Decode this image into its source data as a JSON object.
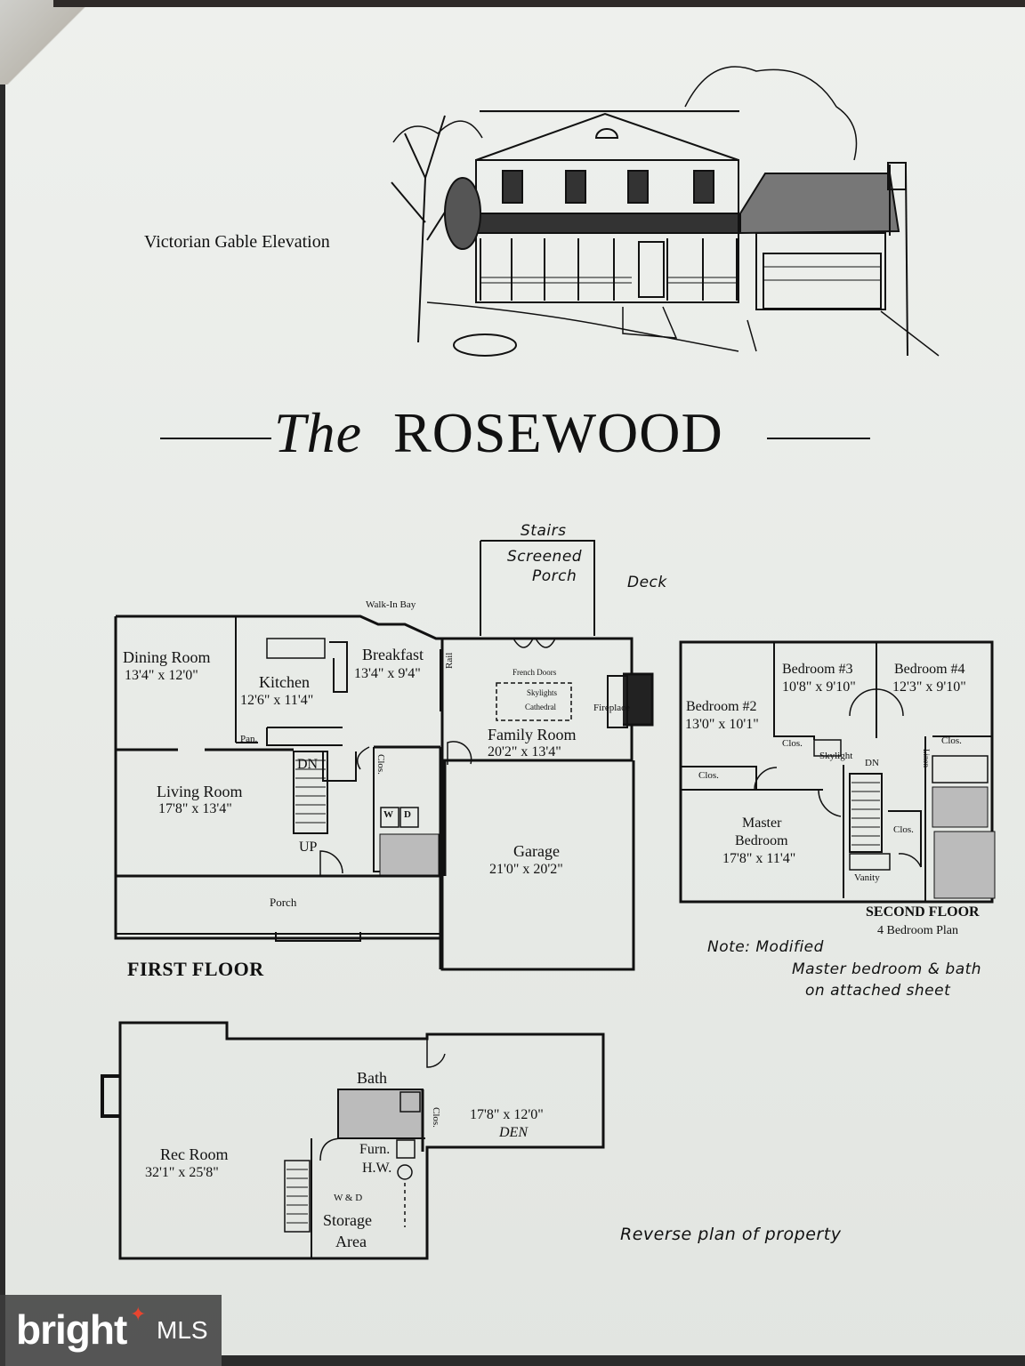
{
  "elevation_label": "Victorian Gable Elevation",
  "title": {
    "prefix": "The",
    "name": "ROSEWOOD"
  },
  "first_floor": {
    "label": "FIRST FLOOR",
    "rooms": {
      "dining": {
        "name": "Dining Room",
        "dims": "13'4\" x 12'0\""
      },
      "kitchen": {
        "name": "Kitchen",
        "dims": "12'6\" x 11'4\""
      },
      "breakfast": {
        "name": "Breakfast",
        "dims": "13'4\" x 9'4\""
      },
      "walk_in_bay": "Walk-In Bay",
      "rail": "Rail",
      "family": {
        "name": "Family Room",
        "dims": "20'2\" x 13'4\""
      },
      "french_doors": "French Doors",
      "skylights": "Skylights",
      "cathedral": "Cathedral",
      "fireplace": "Fireplace",
      "living": {
        "name": "Living Room",
        "dims": "17'8\" x 13'4\""
      },
      "pan": "Pan.",
      "dn": "DN",
      "up": "UP",
      "clos": "Clos.",
      "w": "W",
      "d": "D",
      "garage": {
        "name": "Garage",
        "dims": "21'0\" x 20'2\""
      },
      "porch": "Porch"
    }
  },
  "second_floor": {
    "label": "SECOND FLOOR",
    "sublabel": "4 Bedroom Plan",
    "rooms": {
      "bed2": {
        "name": "Bedroom #2",
        "dims": "13'0\" x 10'1\""
      },
      "bed3": {
        "name": "Bedroom #3",
        "dims": "10'8\" x 9'10\""
      },
      "bed4": {
        "name": "Bedroom #4",
        "dims": "12'3\" x 9'10\""
      },
      "master": {
        "name_line1": "Master",
        "name_line2": "Bedroom",
        "dims": "17'8\" x 11'4\""
      },
      "skylight": "Skylight",
      "dn": "DN",
      "clos": "Clos.",
      "linen": "Linen",
      "vanity": "Vanity"
    }
  },
  "basement": {
    "rec": {
      "name": "Rec Room",
      "dims": "32'1\" x 25'8\""
    },
    "bath": "Bath",
    "den": {
      "name": "DEN",
      "dims": "17'8\" x 12'0\""
    },
    "furn": "Furn.",
    "hw": "H.W.",
    "wd": "W & D",
    "storage_line1": "Storage",
    "storage_line2": "Area",
    "clos": "Clos."
  },
  "handwritten": {
    "stairs": "Stairs",
    "screened_line1": "Screened",
    "screened_line2": "Porch",
    "deck": "Deck",
    "note_line1": "Note: Modified",
    "note_line2": "Master bedroom & bath",
    "note_line3": "on attached sheet",
    "reverse": "Reverse plan of property"
  },
  "watermark": {
    "brand": "bright",
    "suffix": "MLS",
    "accent_color": "#e8452f"
  }
}
